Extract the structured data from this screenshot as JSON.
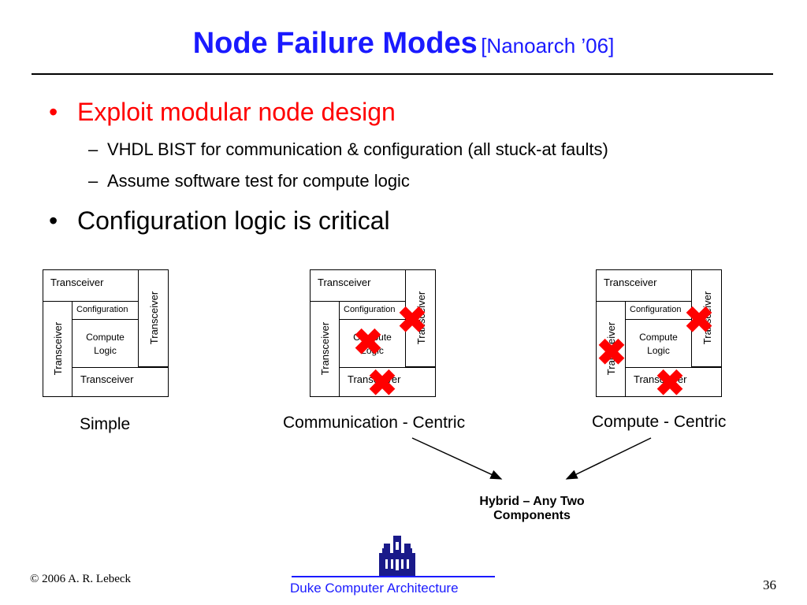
{
  "slide": {
    "title": "Node Failure Modes",
    "title_ref": "[Nanoarch ’06]",
    "bullets": [
      {
        "text": "Exploit modular node design",
        "color": "#ff0000",
        "sub": [
          "VHDL BIST for communication & configuration (all stuck-at faults)",
          "Assume software test for compute logic"
        ]
      },
      {
        "text": "Configuration logic is critical",
        "color": "#000000"
      }
    ],
    "bullet_symbol": "•",
    "dash_symbol": "–"
  },
  "diagrams": {
    "transceiver_label": "Transceiver",
    "configuration_label": "Configuration",
    "compute_label": "Compute Logic",
    "captions": [
      "Simple",
      "Communication - Centric",
      "Compute - Centric"
    ],
    "fail_mark": "✖",
    "hybrid_label": "Hybrid – Any Two Components"
  },
  "footer": {
    "copyright": "© 2006 A. R. Lebeck",
    "org": "Duke Computer Architecture",
    "page": "36"
  },
  "colors": {
    "accent": "#1a1aff",
    "fail": "#ff0000"
  }
}
